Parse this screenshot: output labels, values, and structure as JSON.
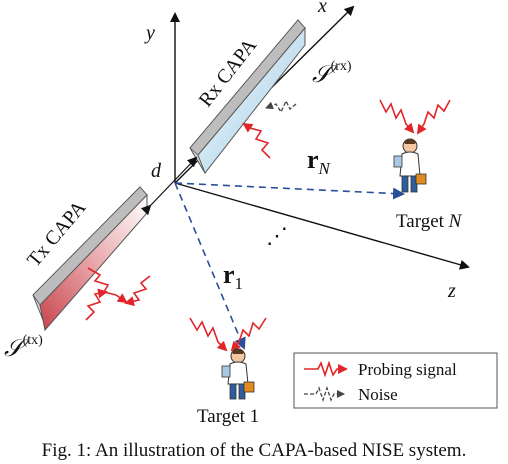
{
  "axes": {
    "x": "x",
    "y": "y",
    "z": "z",
    "spacing": "d"
  },
  "arrays": {
    "rx": {
      "label": "Rx CAPA",
      "symbol": "𝒮",
      "superscript": "(rx)"
    },
    "tx": {
      "label": "Tx CAPA",
      "symbol": "𝒮",
      "superscript": "(tx)"
    }
  },
  "vectors": {
    "rN": {
      "main": "r",
      "sub": "N"
    },
    "r1": {
      "main": "r",
      "sub": "1"
    },
    "dots": "⋰"
  },
  "targets": {
    "targetN": {
      "prefix": "Target ",
      "italic": "N"
    },
    "target1": "Target 1"
  },
  "legend": {
    "probing": "Probing signal",
    "noise": "Noise"
  },
  "caption": "Fig. 1: An illustration of the CAPA-based NISE system.",
  "colors": {
    "probing": "#e0262a",
    "noise": "#333333",
    "vector": "#2a4f9a",
    "rx_panel": "#a9cfe6",
    "tx_panel": "#d8737a"
  }
}
